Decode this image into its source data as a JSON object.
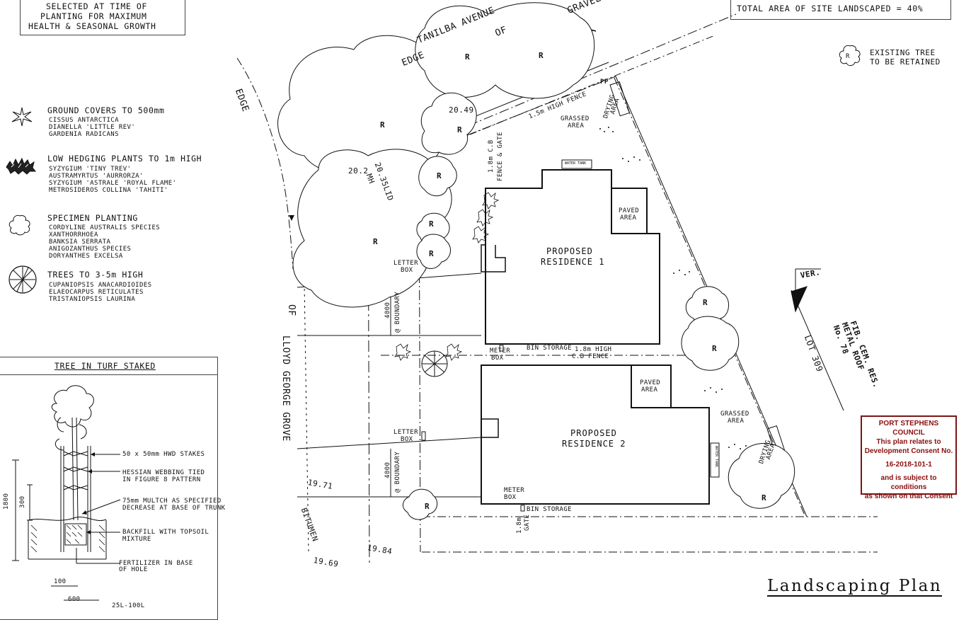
{
  "notes": {
    "selection_lines": [
      "SELECTED AT TIME OF",
      "PLANTING FOR MAXIMUM",
      "HEALTH & SEASONAL GROWTH"
    ],
    "total_area": "TOTAL AREA OF SITE LANDSCAPED = 40%",
    "existing_tree_lines": [
      "EXISTING TREE",
      "TO BE RETAINED"
    ]
  },
  "legend": [
    {
      "icon": "ground-cover-icon",
      "heading": "GROUND COVERS TO 500mm",
      "species": [
        "CISSUS ANTARCTICA",
        "DIANELLA 'LITTLE REV'",
        "GARDENIA RADICANS"
      ]
    },
    {
      "icon": "hedge-icon",
      "heading": "LOW HEDGING PLANTS TO 1m HIGH",
      "species": [
        "SYZYGIUM 'TINY TREV'",
        "AUSTRAMYRTUS 'AURRORZA'",
        "SYZYGIUM 'ASTRALE 'ROYAL FLAME'",
        "METROSIDEROS COLLINA 'TAHITI'"
      ]
    },
    {
      "icon": "specimen-icon",
      "heading": "SPECIMEN PLANTING",
      "species": [
        "CORDYLINE  AUSTRALIS SPECIES",
        "XANTHORRHOEA",
        "BANKSIA SERRATA",
        "ANIGOZANTHUS SPECIES",
        "DORYANTHES EXCELSA"
      ]
    },
    {
      "icon": "tree-icon",
      "heading": "TREES TO 3-5m HIGH",
      "species": [
        "CUPANIOPSIS ANACARDIOIDES",
        "ELAEOCARPUS RETICULATES",
        "TRISTANIOPSIS LAURINA"
      ]
    }
  ],
  "detail": {
    "title": "TREE IN TURF STAKED",
    "callouts": [
      "50 x 50mm HWD STAKES",
      "HESSIAN WEBBING TIED",
      "IN FIGURE 8 PATTERN",
      "75mm MULTCH AS SPECIFIED",
      "DECREASE AT BASE OF TRUNK",
      "BACKFILL WITH TOPSOIL",
      "MIXTURE",
      "FERTILIZER IN BASE",
      "OF HOLE"
    ],
    "dims": {
      "height": "1800",
      "mulch": "300",
      "width1": "100",
      "width2": "600",
      "pot": "25L-100L"
    }
  },
  "plan": {
    "road_labels": [
      "EDGE",
      "OF",
      "TANILBA AVENUE",
      "GRAVEL"
    ],
    "side_road": [
      "EDGE",
      "OF",
      "LLOYD GEORGE GROVE",
      "BITUMEN"
    ],
    "levels": [
      "20.49",
      "20.2",
      "20.35LID",
      "MH",
      "19.71",
      "19.69",
      "19.84"
    ],
    "fence_top": "1.5m HIGH FENCE",
    "fence_cb_1": "1.8m C.B",
    "fence_gate": "FENCE & GATE",
    "fence_mid": [
      "1.8m HIGH",
      "C.B FENCE"
    ],
    "gate_bottom": [
      "1.8m",
      "GATE"
    ],
    "water_tank": "WATER TANK",
    "paved_area": [
      "PAVED",
      "AREA"
    ],
    "grassed_area": [
      "GRASSED",
      "AREA"
    ],
    "drying_area": [
      "DRYING",
      "AREA"
    ],
    "residence1": [
      "PROPOSED",
      "RESIDENCE 1"
    ],
    "residence2": [
      "PROPOSED",
      "RESIDENCE 2"
    ],
    "letter_box": [
      "LETTER",
      "BOX"
    ],
    "meter_box": [
      "METER",
      "BOX"
    ],
    "bin_storage": "BIN STORAGE",
    "boundary_dim": "4000",
    "boundary_note": "@ BOUNDARY",
    "tree_mark": "R",
    "pp": "PP",
    "ver": "VER.",
    "lot": "LOT 309",
    "neighbour": [
      "FIB. CEM. RES.",
      "METAL ROOF",
      "No. 78"
    ]
  },
  "council": {
    "name": "PORT STEPHENS COUNCIL",
    "line1": "This plan relates to",
    "line2": "Development Consent No.",
    "consent_no": "16-2018-101-1",
    "line3": "and is subject to conditions",
    "line4": "as shown on that Consent"
  },
  "title": "Landscaping Plan"
}
